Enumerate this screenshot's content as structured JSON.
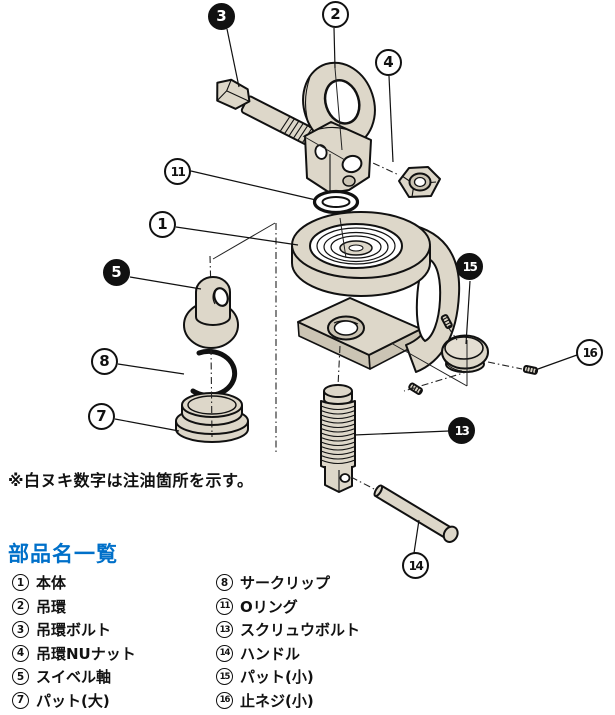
{
  "note": "※白ヌキ数字は注油箇所を示す。",
  "parts_list": {
    "title": "部品名一覧",
    "columns": {
      "left": [
        {
          "num": "1",
          "name": "本体"
        },
        {
          "num": "2",
          "name": "吊環"
        },
        {
          "num": "3",
          "name": "吊環ボルト"
        },
        {
          "num": "4",
          "name": "吊環NUナット"
        },
        {
          "num": "5",
          "name": "スイベル軸"
        },
        {
          "num": "7",
          "name": "パット(大)"
        }
      ],
      "right": [
        {
          "num": "8",
          "name": "サークリップ"
        },
        {
          "num": "11",
          "name": "Oリング"
        },
        {
          "num": "13",
          "name": "スクリュウボルト"
        },
        {
          "num": "14",
          "name": "ハンドル"
        },
        {
          "num": "15",
          "name": "パット(小)"
        },
        {
          "num": "16",
          "name": "止ネジ(小)"
        }
      ]
    }
  },
  "diagram": {
    "callouts": [
      {
        "num": "3",
        "style": "filled"
      },
      {
        "num": "2",
        "style": "outline"
      },
      {
        "num": "4",
        "style": "outline"
      },
      {
        "num": "11",
        "style": "outline"
      },
      {
        "num": "1",
        "style": "outline"
      },
      {
        "num": "5",
        "style": "filled"
      },
      {
        "num": "8",
        "style": "outline"
      },
      {
        "num": "7",
        "style": "outline"
      },
      {
        "num": "15",
        "style": "filled"
      },
      {
        "num": "16",
        "style": "outline"
      },
      {
        "num": "13",
        "style": "filled"
      },
      {
        "num": "14",
        "style": "outline"
      }
    ]
  },
  "colors": {
    "part_fill": "#ddd7c9",
    "part_shade": "#cbc4b4",
    "outline": "#111111",
    "title_blue": "#0070c9",
    "background": "#ffffff"
  }
}
